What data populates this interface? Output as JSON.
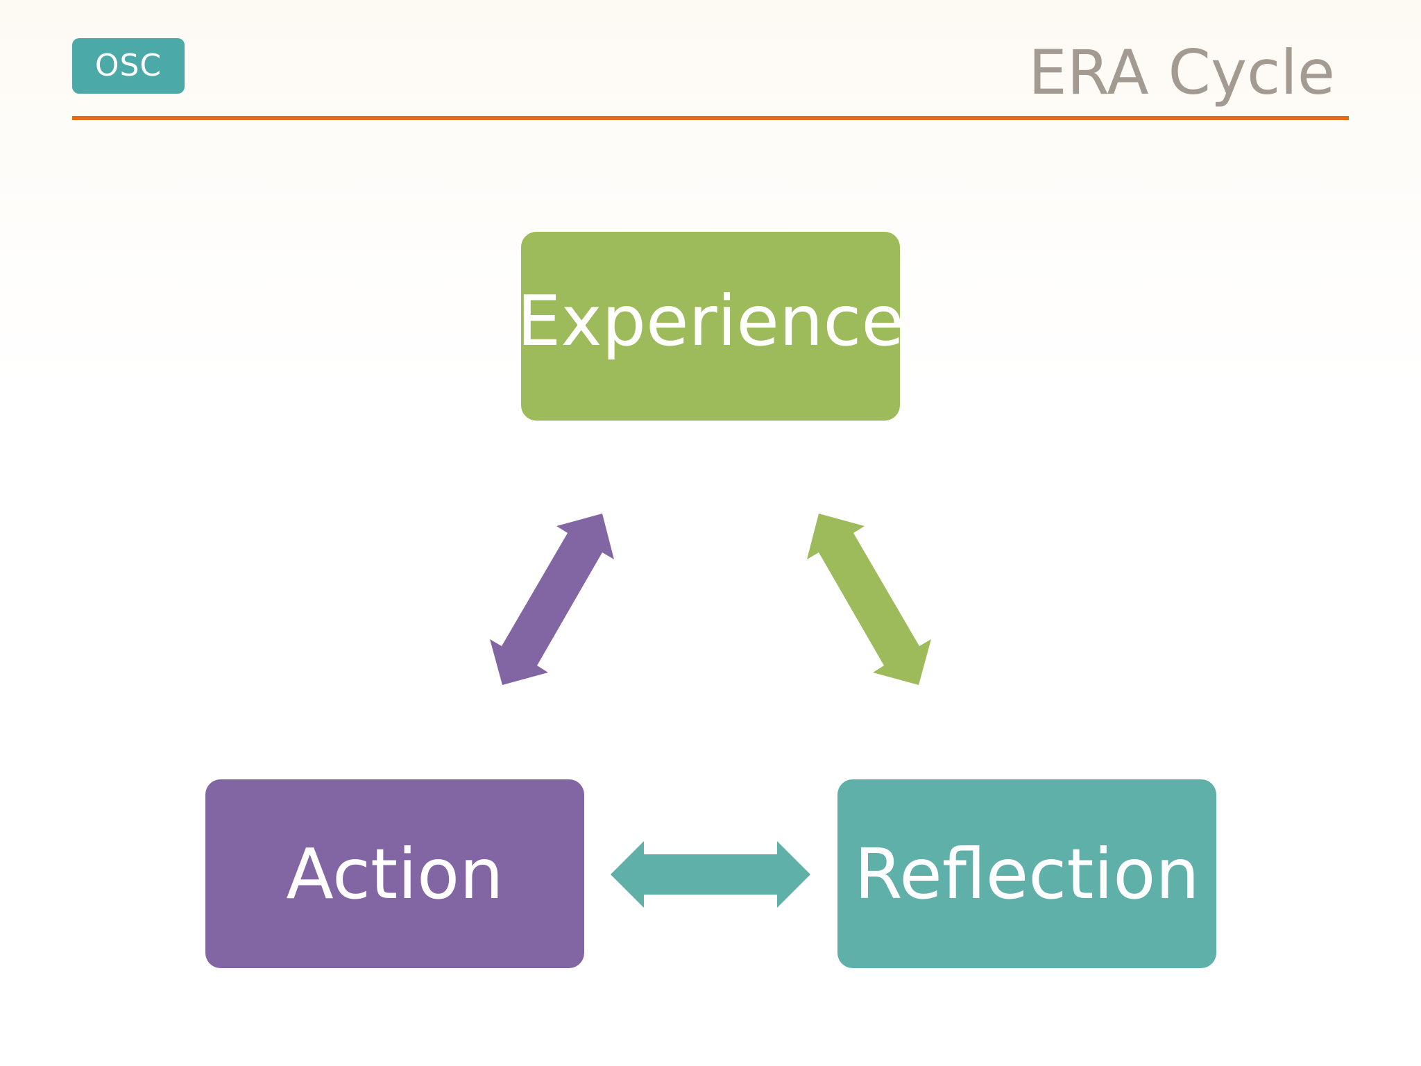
{
  "logo": {
    "text": "OSC"
  },
  "title": "ERA Cycle",
  "nodes": {
    "experience": "Experience",
    "action": "Action",
    "reflection": "Reflection"
  },
  "colors": {
    "logo": "#4ba9a7",
    "title": "#a39a92",
    "rule": "#e46c1e",
    "experience": "#9dbb5b",
    "action": "#8266a4",
    "reflection": "#5fb0a9",
    "arrow_experience_action": "#8266a4",
    "arrow_experience_reflection": "#9dbb5b",
    "arrow_action_reflection": "#5fb0a9"
  },
  "connections": [
    {
      "from": "experience",
      "to": "action",
      "direction": "bidirectional"
    },
    {
      "from": "experience",
      "to": "reflection",
      "direction": "bidirectional"
    },
    {
      "from": "action",
      "to": "reflection",
      "direction": "bidirectional"
    }
  ]
}
